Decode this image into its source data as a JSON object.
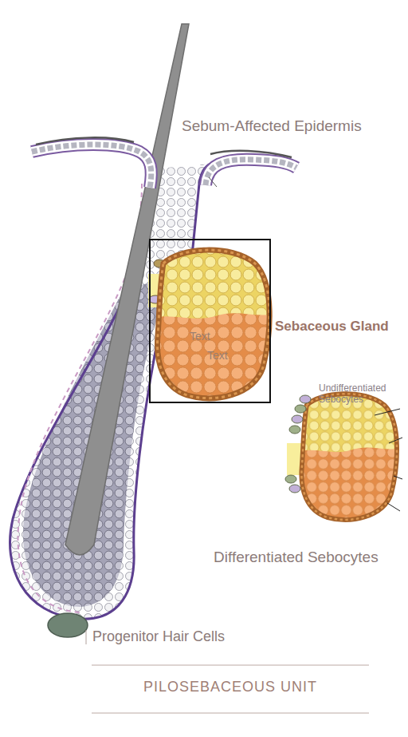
{
  "diagram": {
    "caption": "PILOSEBACEOUS UNIT",
    "labels": [
      "Sebum-Affected Epidermis",
      "Text",
      "Text",
      "Sebaceous Gland",
      "Undifferentiated Sebocytes",
      "Differentiated Sebocytes",
      "Progenitor Hair Cells"
    ]
  }
}
